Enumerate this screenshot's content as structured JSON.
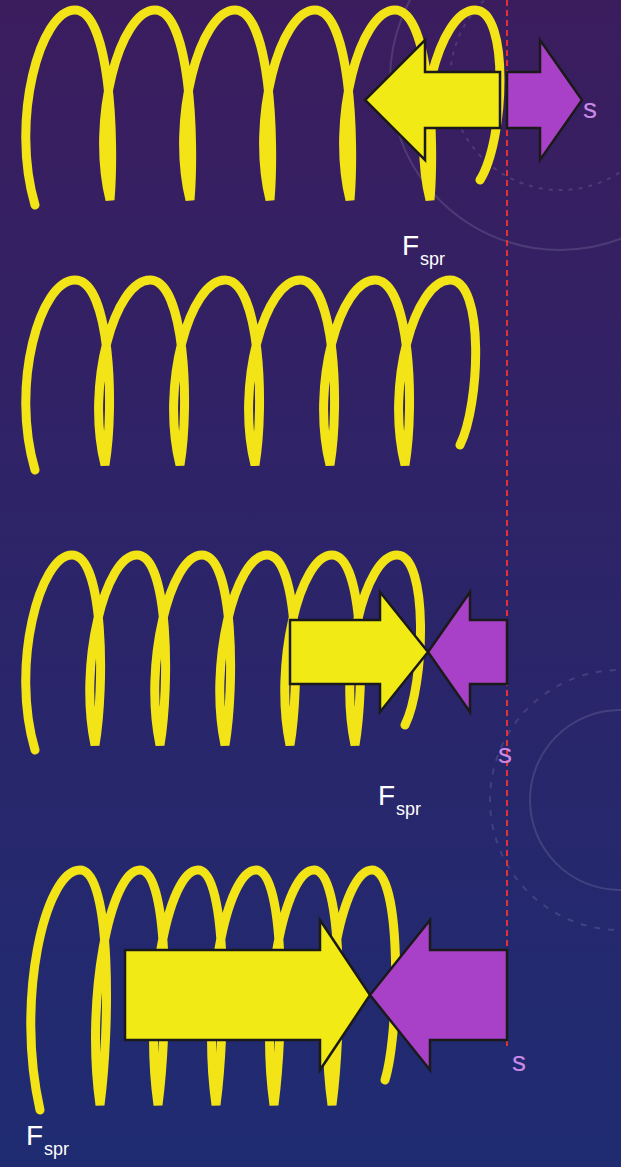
{
  "diagram": {
    "labels": [
      "s",
      "F",
      "spr",
      "s",
      "F",
      "spr",
      "s",
      "F",
      "spr"
    ]
  }
}
